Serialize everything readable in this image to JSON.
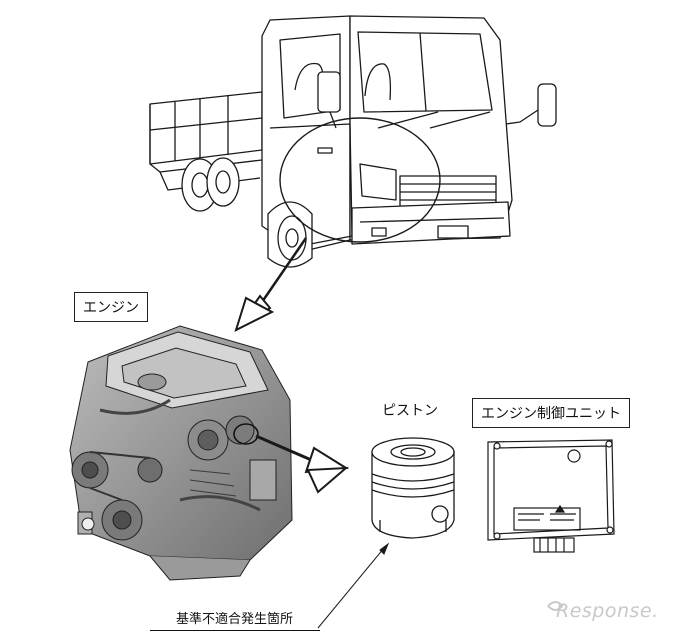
{
  "labels": {
    "engine": "エンジン",
    "piston": "ピストン",
    "ecu": "エンジン制御ユニット",
    "defect_location": "基準不適合発生箇所"
  },
  "watermark": {
    "text": "Response."
  },
  "colors": {
    "line": "#1a1a1a",
    "engine_shade": "#8a8a8a",
    "watermark": "#c8c8c8"
  }
}
